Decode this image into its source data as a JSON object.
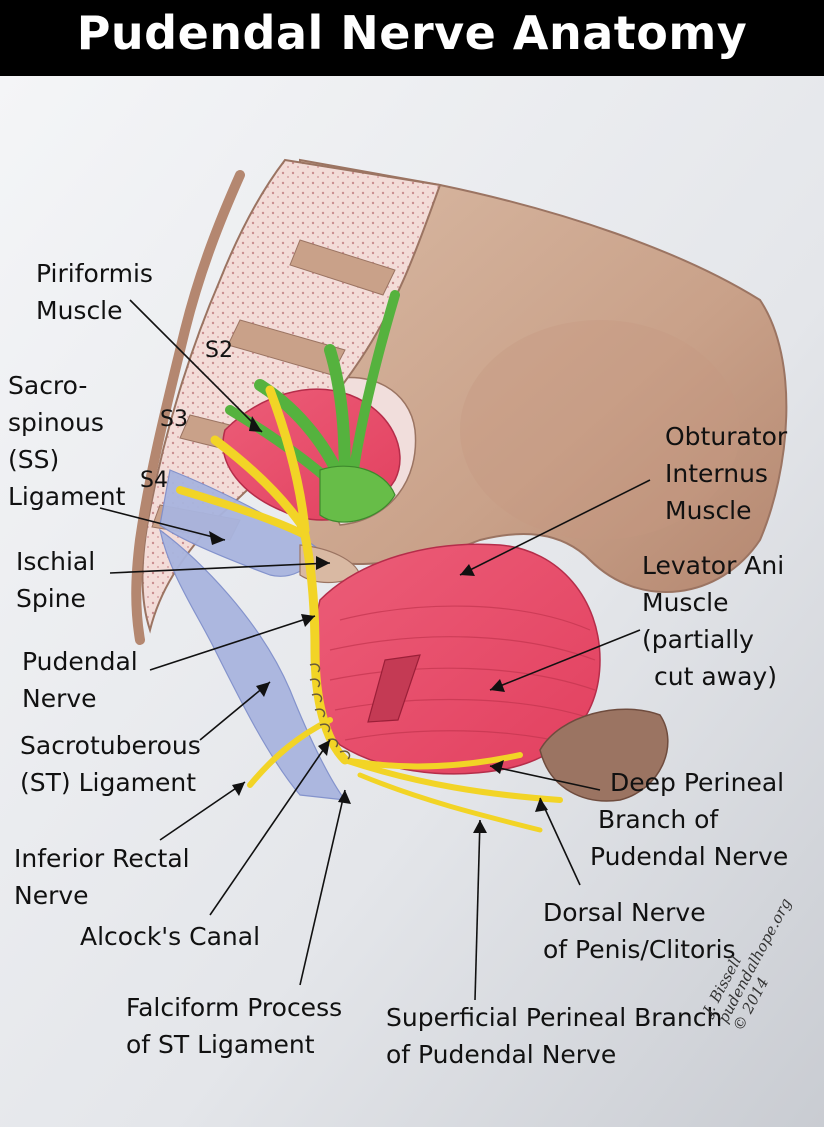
{
  "title": "Pudendal Nerve Anatomy",
  "vertebra_levels": [
    "S2",
    "S3",
    "S4"
  ],
  "labels": {
    "piriformis": [
      "Piriformis",
      "Muscle"
    ],
    "sacrospinous": [
      "Sacro-",
      "spinous",
      "(SS)",
      "Ligament"
    ],
    "ischial_spine": [
      "Ischial",
      "Spine"
    ],
    "pudendal_nerve": [
      "Pudendal",
      "Nerve"
    ],
    "sacrotuberous": [
      "Sacrotuberous",
      "(ST) Ligament"
    ],
    "inferior_rectal": [
      "Inferior Rectal",
      "Nerve"
    ],
    "alcocks_canal": [
      "Alcock's Canal"
    ],
    "falciform": [
      "Falciform Process",
      "of ST Ligament"
    ],
    "obturator": [
      "Obturator",
      "Internus",
      "Muscle"
    ],
    "levator": [
      "Levator Ani",
      "Muscle",
      "(partially",
      "cut away)"
    ],
    "deep_perineal": [
      "Deep Perineal",
      "Branch of",
      "Pudendal Nerve"
    ],
    "dorsal_nerve": [
      "Dorsal Nerve",
      "of Penis/Clitoris"
    ],
    "superficial_perineal": [
      "Superficial Perineal Branch",
      "of Pudendal Nerve"
    ]
  },
  "signature": [
    "J. Bissell",
    "pudendalhope.org",
    "© 2014"
  ]
}
